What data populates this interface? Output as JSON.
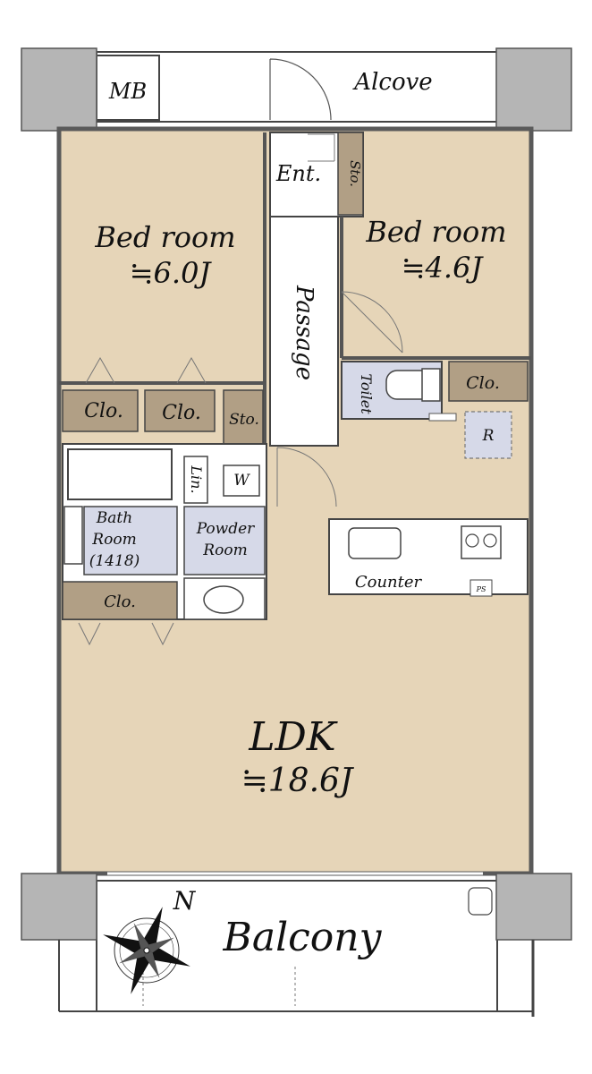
{
  "rooms": {
    "mb": "MB",
    "alcove": "Alcove",
    "entrance": "Ent.",
    "entrance_storage": "Sto.",
    "bedroom_left": {
      "name": "Bed room",
      "size": "≒6.0J"
    },
    "bedroom_right": {
      "name": "Bed room",
      "size": "≒4.6J"
    },
    "passage": "Passage",
    "toilet": "Toilet",
    "closet_right": "Clo.",
    "closet_left_a": "Clo.",
    "closet_left_b": "Clo.",
    "storage_mid": "Sto.",
    "linen": "Lin.",
    "washer": "W",
    "refrigerator": "R",
    "bathroom": {
      "line1": "Bath",
      "line2": "Room",
      "line3": "(1418)"
    },
    "powder_room": {
      "line1": "Powder",
      "line2": "Room"
    },
    "closet_bottom": "Clo.",
    "counter": "Counter",
    "pipe_space": "PS",
    "ldk": {
      "name": "LDK",
      "size": "≒18.6J"
    },
    "balcony": "Balcony"
  },
  "compass": {
    "north": "N"
  },
  "colors": {
    "room_fill": "#e6d5b8",
    "closet_fill": "#b19f85",
    "wet_area_fill": "#d6d9e8",
    "column_fill": "#b5b5b5",
    "wall": "#5a5a5a"
  }
}
